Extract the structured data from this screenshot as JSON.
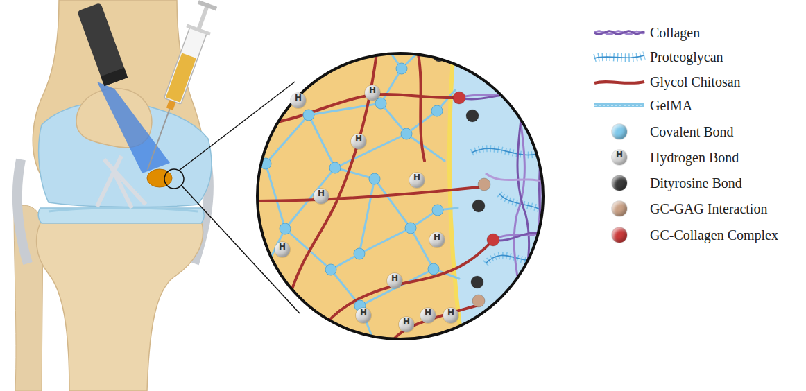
{
  "diagram": {
    "labels": [
      "H",
      "H",
      "H",
      "H",
      "H",
      "H",
      "H",
      "H",
      "H",
      "H",
      "H",
      "H",
      "H"
    ],
    "legend": [
      {
        "text": "Collagen"
      },
      {
        "text": "Proteoglycan"
      },
      {
        "text": "Glycol Chitosan"
      },
      {
        "text": "GelMA"
      },
      {
        "text": "Covalent Bond",
        "color": "#7fc8ea"
      },
      {
        "text": "Hydrogen Bond",
        "color": "#d4d4d4"
      },
      {
        "text": "Dityrosine Bond",
        "color": "#3a3a3a"
      },
      {
        "text": "GC-GAG Interaction",
        "color": "#c9a186"
      },
      {
        "text": "GC-Collagen Complex",
        "color": "#c93a3a"
      }
    ]
  }
}
